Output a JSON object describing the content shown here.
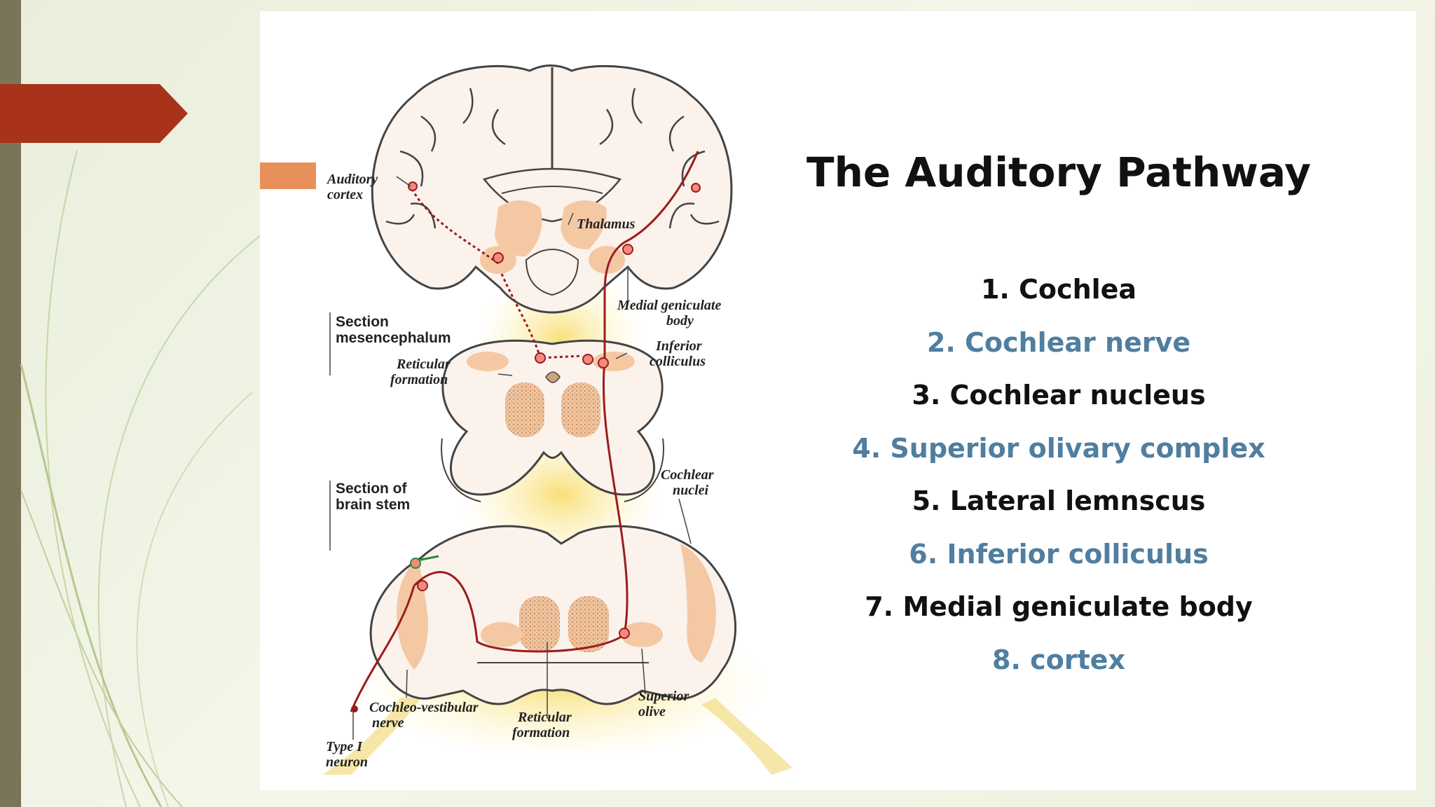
{
  "slide": {
    "title": "The Auditory Pathway",
    "steps": [
      {
        "text": "1. Cochlea",
        "color": "#111111"
      },
      {
        "text": "2. Cochlear nerve",
        "color": "#4f7ea0"
      },
      {
        "text": "3. Cochlear nucleus",
        "color": "#111111"
      },
      {
        "text": "4. Superior olivary complex",
        "color": "#4f7ea0"
      },
      {
        "text": "5. Lateral lemnscus",
        "color": "#111111"
      },
      {
        "text": "6. Inferior colliculus",
        "color": "#4f7ea0"
      },
      {
        "text": "7. Medial geniculate body",
        "color": "#111111"
      },
      {
        "text": "8. cortex",
        "color": "#4f7ea0"
      }
    ]
  },
  "diagram": {
    "labels": {
      "auditory_cortex": [
        "Auditory",
        "cortex"
      ],
      "thalamus": "Thalamus",
      "medial_geniculate": [
        "Medial geniculate",
        "body"
      ],
      "section_mesencephalum": [
        "Section",
        "mesencephalum"
      ],
      "inferior_colliculus": [
        "Inferior",
        "colliculus"
      ],
      "reticular_formation_upper": [
        "Reticular",
        "formation"
      ],
      "section_brain_stem": [
        "Section of",
        "brain stem"
      ],
      "cochlear_nuclei": [
        "Cochlear",
        "nuclei"
      ],
      "cochleo_vestibular_nerve": [
        "Cochleo-vestibular",
        "nerve"
      ],
      "reticular_formation_lower": [
        "Reticular",
        "formation"
      ],
      "superior_olive": [
        "Superior",
        "olive"
      ],
      "type_i_neuron": [
        "Type I",
        "neuron"
      ]
    }
  },
  "colors": {
    "left_bar": "#7a7458",
    "accent_arrow": "#a8331a",
    "tab": "#e8905c",
    "nucleus_fill": "#f5c8a4",
    "pathway_line": "#9b1c1c"
  }
}
